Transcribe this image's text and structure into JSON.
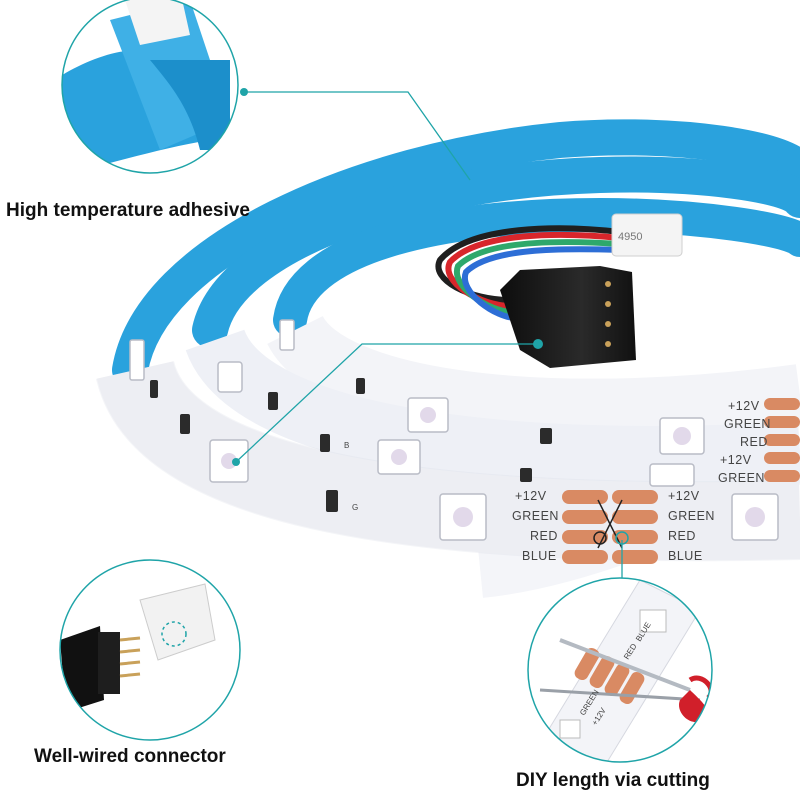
{
  "image": {
    "subject": "rgb-led-strip-product-photo",
    "colors": {
      "adhesive_blue": "#2aa2dd",
      "strip_white": "#f4f5f9",
      "copper_pad": "#d98a63",
      "callout_teal": "#1fa4a8",
      "connector_black": "#1b1b1b"
    }
  },
  "callouts": {
    "adhesive": {
      "label": "High temperature adhesive"
    },
    "connector": {
      "label": "Well-wired connector"
    },
    "cutting": {
      "label": "DIY length via cutting"
    }
  },
  "strip": {
    "pads_left": [
      "+12V",
      "GREEN",
      "RED",
      "BLUE"
    ],
    "pads_right": [
      "+12V",
      "GREEN",
      "RED",
      "BLUE"
    ],
    "upper_pads": [
      "+12V",
      "GREEN",
      "RED"
    ],
    "middle_pads": [
      "+12V",
      "GREEN"
    ],
    "resistor_marks": [
      "G",
      "B"
    ],
    "wire_tag": "4950"
  },
  "cutting_inset": {
    "pads": [
      "BLUE",
      "RED",
      "GREEN",
      "+12V"
    ]
  }
}
